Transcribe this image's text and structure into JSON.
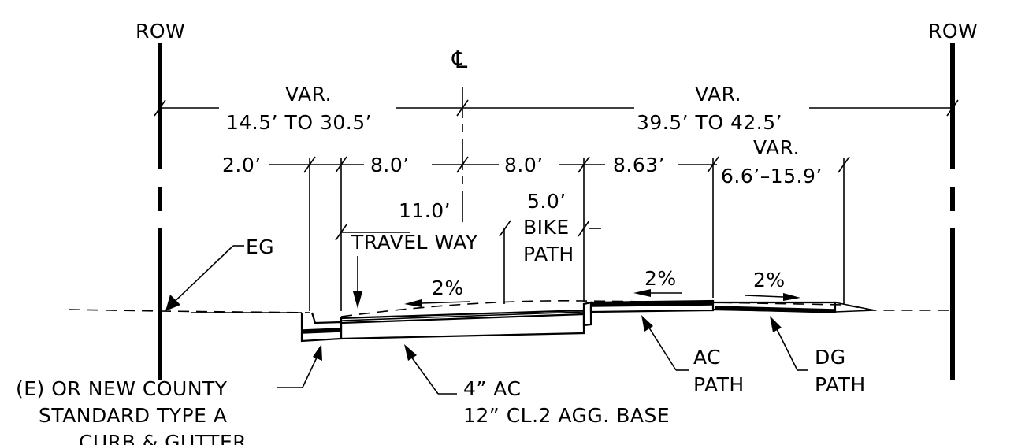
{
  "row_left": "ROW",
  "row_right": "ROW",
  "centerline": "℄",
  "dims": {
    "left_var": "VAR.",
    "left_range": "14.5’ TO 30.5’",
    "right_var": "VAR.",
    "right_range": "39.5’ TO 42.5’",
    "d1": "2.0’",
    "d2": "8.0’",
    "d3": "8.0’",
    "d4": "8.63’",
    "d5_var": "VAR.",
    "d5_range": "6.6’–15.9’",
    "travel": "11.0’",
    "bike_width": "5.0’"
  },
  "labels": {
    "travel_way": "TRAVEL WAY",
    "bike": "BIKE",
    "path": "PATH",
    "eg": "EG",
    "slope_left": "2%",
    "slope_mid": "2%",
    "slope_right": "2%",
    "ac_path_1": "AC",
    "ac_path_2": "PATH",
    "dg_path_1": "DG",
    "dg_path_2": "PATH",
    "curb_1": "(E) OR NEW COUNTY",
    "curb_2": "STANDARD TYPE A",
    "curb_3": "CURB & GUTTER",
    "section_1": "4” AC",
    "section_2": "12” CL.2 AGG. BASE"
  }
}
